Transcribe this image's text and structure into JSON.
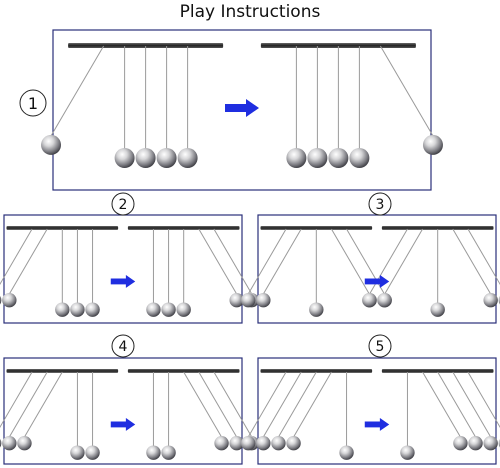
{
  "title": "Play Instructions",
  "colors": {
    "border": "#2a2f7a",
    "arrow": "#1f2ee0",
    "bar": "#333333"
  },
  "steps": [
    {
      "number": "1",
      "before": [
        {
          "angle": 28
        },
        {
          "angle": 0
        },
        {
          "angle": 0
        },
        {
          "angle": 0
        },
        {
          "angle": 0
        }
      ],
      "after": [
        {
          "angle": 0
        },
        {
          "angle": 0
        },
        {
          "angle": 0
        },
        {
          "angle": 0
        },
        {
          "angle": -28
        }
      ]
    },
    {
      "number": "2",
      "before": [
        {
          "angle": 28
        },
        {
          "angle": 28
        },
        {
          "angle": 0
        },
        {
          "angle": 0
        },
        {
          "angle": 0
        }
      ],
      "after": [
        {
          "angle": 0
        },
        {
          "angle": 0
        },
        {
          "angle": 0
        },
        {
          "angle": -28
        },
        {
          "angle": -28
        }
      ]
    },
    {
      "number": "3",
      "before": [
        {
          "angle": 28
        },
        {
          "angle": 28
        },
        {
          "angle": 0
        },
        {
          "angle": -28
        },
        {
          "angle": -28
        }
      ],
      "after": [
        {
          "angle": 28
        },
        {
          "angle": 28
        },
        {
          "angle": 0
        },
        {
          "angle": -28
        },
        {
          "angle": -28
        }
      ]
    },
    {
      "number": "4",
      "before": [
        {
          "angle": 28
        },
        {
          "angle": 28
        },
        {
          "angle": 28
        },
        {
          "angle": 0
        },
        {
          "angle": 0
        }
      ],
      "after": [
        {
          "angle": 0
        },
        {
          "angle": 0
        },
        {
          "angle": -28
        },
        {
          "angle": -28
        },
        {
          "angle": -28
        }
      ]
    },
    {
      "number": "5",
      "before": [
        {
          "angle": 28
        },
        {
          "angle": 28
        },
        {
          "angle": 28
        },
        {
          "angle": 28
        },
        {
          "angle": 0
        }
      ],
      "after": [
        {
          "angle": 0
        },
        {
          "angle": -28
        },
        {
          "angle": -28
        },
        {
          "angle": -28
        },
        {
          "angle": -28
        }
      ]
    }
  ]
}
